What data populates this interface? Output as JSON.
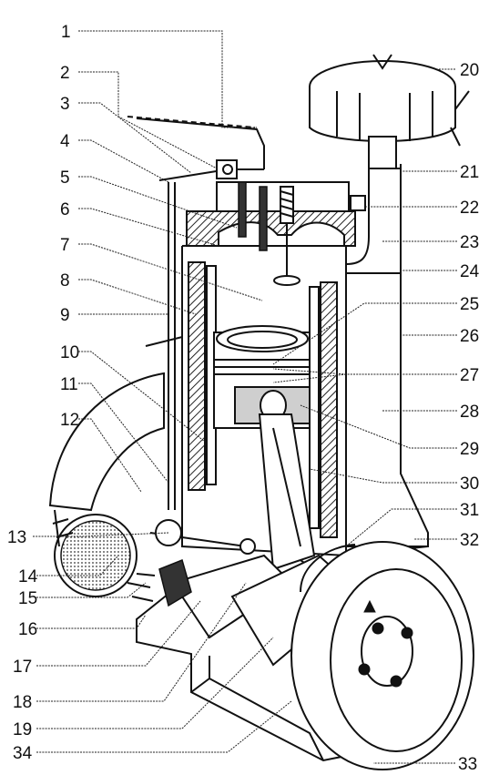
{
  "labels": [
    "1",
    "2",
    "3",
    "4",
    "5",
    "6",
    "7",
    "8",
    "9",
    "10",
    "11",
    "12",
    "13",
    "14",
    "15",
    "16",
    "17",
    "18",
    "19",
    "20",
    "21",
    "22",
    "23",
    "24",
    "25",
    "26",
    "27",
    "28",
    "29",
    "30",
    "31",
    "32",
    "33",
    "34"
  ]
}
